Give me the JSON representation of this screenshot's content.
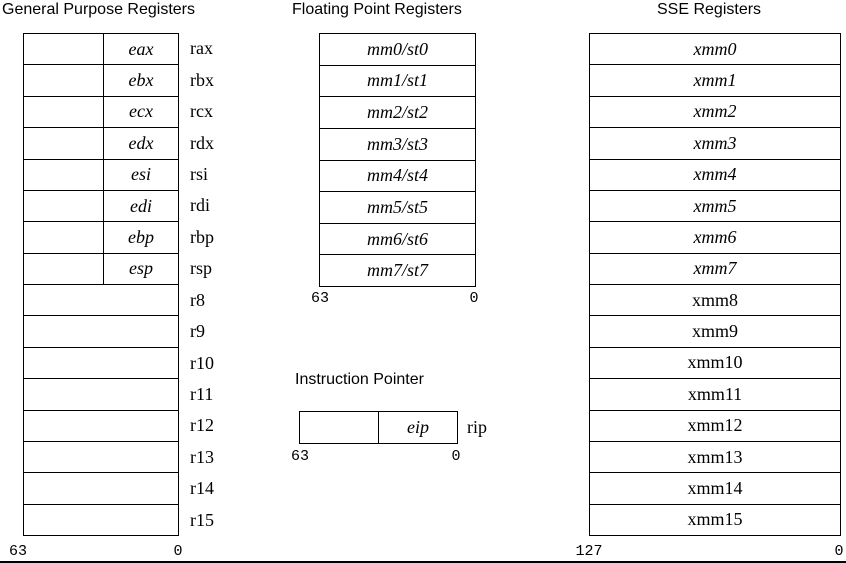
{
  "colors": {
    "ink": "#000000",
    "paper": "#ffffff"
  },
  "sections": {
    "gp": {
      "title": "General Purpose Registers",
      "split_rows": [
        {
          "label32": "eax",
          "label64": "rax"
        },
        {
          "label32": "ebx",
          "label64": "rbx"
        },
        {
          "label32": "ecx",
          "label64": "rcx"
        },
        {
          "label32": "edx",
          "label64": "rdx"
        },
        {
          "label32": "esi",
          "label64": "rsi"
        },
        {
          "label32": "edi",
          "label64": "rdi"
        },
        {
          "label32": "ebp",
          "label64": "rbp"
        },
        {
          "label32": "esp",
          "label64": "rsp"
        }
      ],
      "plain_rows": [
        {
          "label64": "r8"
        },
        {
          "label64": "r9"
        },
        {
          "label64": "r10"
        },
        {
          "label64": "r11"
        },
        {
          "label64": "r12"
        },
        {
          "label64": "r13"
        },
        {
          "label64": "r14"
        },
        {
          "label64": "r15"
        }
      ],
      "bit_high": "63",
      "bit_low": "0"
    },
    "fp": {
      "title": "Floating Point Registers",
      "registers": [
        "mm0/st0",
        "mm1/st1",
        "mm2/st2",
        "mm3/st3",
        "mm4/st4",
        "mm5/st5",
        "mm6/st6",
        "mm7/st7"
      ],
      "bit_high": "63",
      "bit_low": "0"
    },
    "ip": {
      "title": "Instruction Pointer",
      "label32": "eip",
      "label64": "rip",
      "bit_high": "63",
      "bit_low": "0"
    },
    "sse": {
      "title": "SSE Registers",
      "registers": [
        "xmm0",
        "xmm1",
        "xmm2",
        "xmm3",
        "xmm4",
        "xmm5",
        "xmm6",
        "xmm7",
        "xmm8",
        "xmm9",
        "xmm10",
        "xmm11",
        "xmm12",
        "xmm13",
        "xmm14",
        "xmm15"
      ],
      "bit_high": "127",
      "bit_low": "0"
    }
  }
}
